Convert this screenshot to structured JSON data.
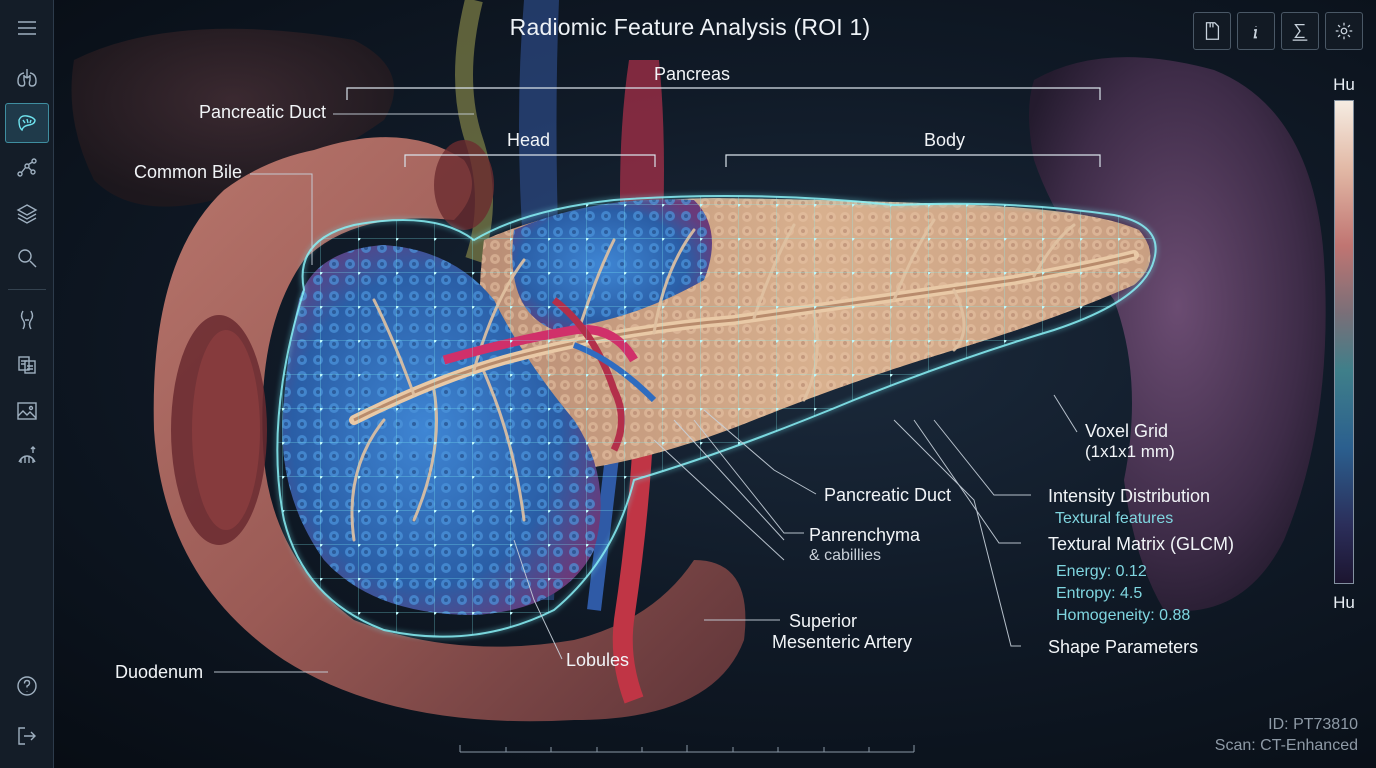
{
  "title": "Radiomic Feature Analysis (ROI 1)",
  "sidebar": {
    "items": [
      {
        "name": "menu-icon"
      },
      {
        "name": "lungs-icon"
      },
      {
        "name": "pancreas-icon",
        "active": true
      },
      {
        "name": "nodes-icon"
      },
      {
        "name": "layers-icon"
      },
      {
        "name": "search-icon"
      },
      {
        "name": "vessel-icon"
      },
      {
        "name": "report-icon"
      },
      {
        "name": "image-icon"
      },
      {
        "name": "analysis-icon"
      },
      {
        "name": "help-icon"
      },
      {
        "name": "logout-icon"
      }
    ]
  },
  "toolbar": {
    "buttons": [
      {
        "name": "save-icon"
      },
      {
        "name": "info-icon"
      },
      {
        "name": "sum-icon"
      },
      {
        "name": "gear-icon"
      }
    ]
  },
  "labels": {
    "pancreas": "Pancreas",
    "head": "Head",
    "body": "Body",
    "pancreatic_duct_top": "Pancreatic Duct",
    "common_bile": "Common Bile",
    "duodenum": "Duodenum",
    "voxel_grid": "Voxel Grid",
    "voxel_grid_size": "(1x1x1 mm)",
    "pancreatic_duct": "Pancreatic Duct",
    "intensity_distribution": "Intensity Distribution",
    "textural_features": "Textural features",
    "textural_matrix": "Textural Matrix (GLCM)",
    "energy": "Energy: 0.12",
    "entropy": "Entropy: 4.5",
    "homogeneity": "Homogeneity: 0.88",
    "shape_parameters": "Shape Parameters",
    "parenchyma": "Panrenchyma",
    "capillaries": "& cabillies",
    "superior": "Superior",
    "mesenteric_artery": "Mesenteric Artery",
    "lobules": "Lobules"
  },
  "colorbar": {
    "top_label": "Hu",
    "bottom_label": "Hu"
  },
  "footer": {
    "id": "ID: PT73810",
    "scan": "Scan: CT-Enhanced"
  },
  "colors": {
    "accent": "#6fe3ee",
    "lobule_blue": "#2f6fc0",
    "tissue_tan": "#d8b08e"
  }
}
